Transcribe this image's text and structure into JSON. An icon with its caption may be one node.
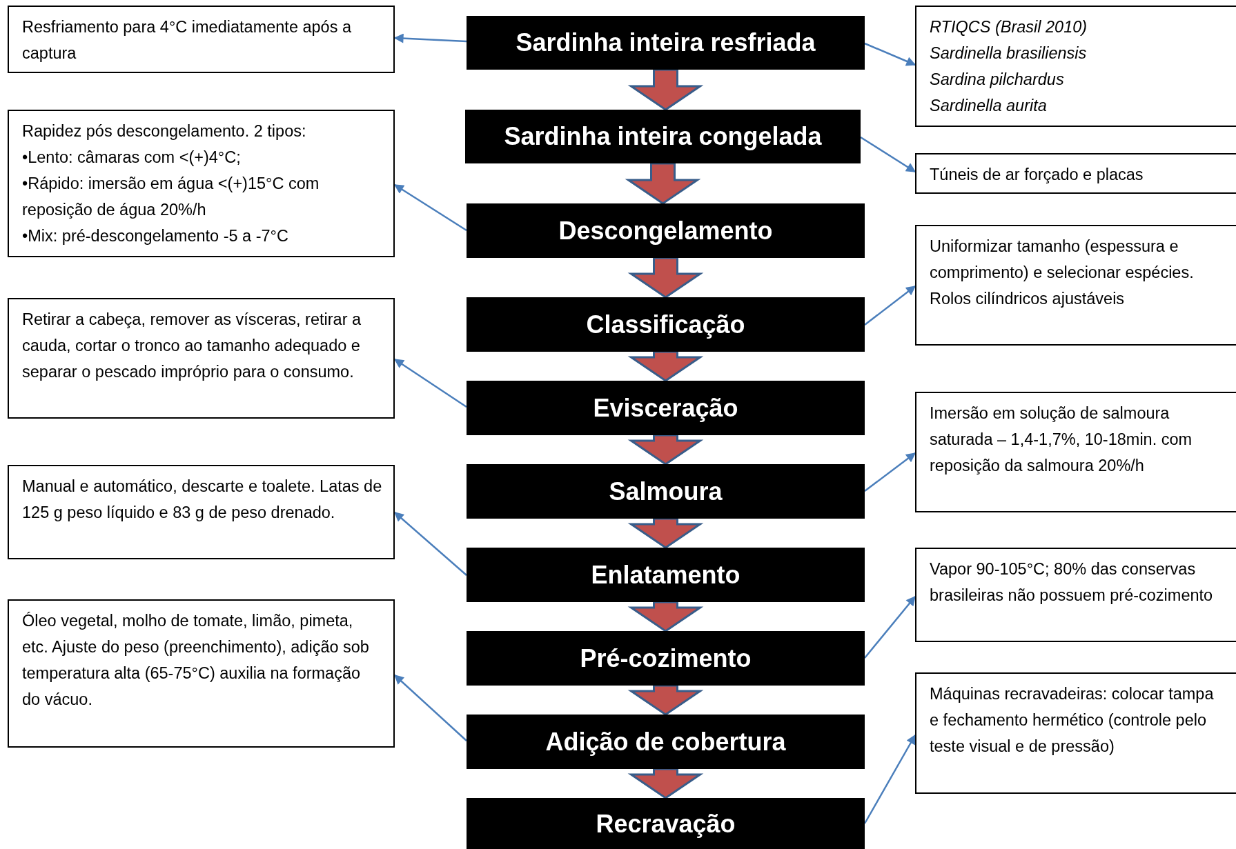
{
  "diagram": {
    "nodes": [
      {
        "text": [
          "Sardinha inteira resfriada"
        ]
      },
      {
        "text": [
          "Sardinha inteira congelada"
        ]
      },
      {
        "text": [
          "Descongelamento"
        ]
      },
      {
        "text": [
          "Classificação"
        ]
      },
      {
        "text": [
          "Evisceração"
        ]
      },
      {
        "text": [
          "Salmoura"
        ]
      },
      {
        "text": [
          "Enlatamento"
        ]
      },
      {
        "text": [
          "Pré-cozimento"
        ]
      },
      {
        "text": [
          "Adição de cobertura"
        ]
      },
      {
        "text": [
          "Recravação"
        ]
      },
      {
        "text": [
          "Resfriamento para 4°C imediatamente após a captura"
        ]
      },
      {
        "text": [
          "Rapidez pós descongelamento. 2 tipos:",
          "•Lento: câmaras com <(+)4°C;",
          "•Rápido: imersão em água <(+)15°C com reposição de água 20%/h",
          "•Mix: pré-descongelamento -5 a -7°C"
        ]
      },
      {
        "text": [
          "Retirar a cabeça, remover as vísceras, retirar a cauda, cortar o tronco ao tamanho adequado e separar o pescado impróprio para o consumo."
        ]
      },
      {
        "text": [
          "Manual e automático, descarte e toalete. Latas de 125 g peso líquido e 83 g de peso drenado."
        ]
      },
      {
        "text": [
          "Óleo vegetal,  molho de tomate, limão, pimeta, etc. Ajuste do peso (preenchimento), adição sob temperatura alta (65-75°C) auxilia na formação do vácuo."
        ]
      },
      {
        "text": [
          "RTIQCS (Brasil 2010)",
          "Sardinella brasiliensis",
          "Sardina pilchardus",
          "Sardinella aurita"
        ]
      },
      {
        "text": [
          "Túneis de ar forçado e placas"
        ]
      },
      {
        "text": [
          "Uniformizar tamanho (espessura e comprimento) e selecionar espécies. Rolos cilíndricos ajustáveis"
        ]
      },
      {
        "text": [
          "Imersão em solução de salmoura saturada – 1,4-1,7%, 10-18min. com reposição da salmoura 20%/h"
        ]
      },
      {
        "text": [
          "Vapor 90-105°C; 80% das conservas brasileiras não possuem pré-cozimento"
        ]
      },
      {
        "text": [
          "Máquinas recravadeiras: colocar tampa e fechamento hermético (controle pelo teste visual e de pressão)"
        ]
      }
    ],
    "edges": [
      {
        "from": 0,
        "to": 1,
        "arrow": "to",
        "style": "thick",
        "color": "#c0504d"
      },
      {
        "from": 1,
        "to": 2,
        "arrow": "to",
        "style": "thick",
        "color": "#c0504d"
      },
      {
        "from": 2,
        "to": 3,
        "arrow": "to",
        "style": "thick",
        "color": "#c0504d"
      },
      {
        "from": 3,
        "to": 4,
        "arrow": "to",
        "style": "thick",
        "color": "#c0504d"
      },
      {
        "from": 4,
        "to": 5,
        "arrow": "to",
        "style": "thick",
        "color": "#c0504d"
      },
      {
        "from": 5,
        "to": 6,
        "arrow": "to",
        "style": "thick",
        "color": "#c0504d"
      },
      {
        "from": 6,
        "to": 7,
        "arrow": "to",
        "style": "thick",
        "color": "#c0504d"
      },
      {
        "from": 7,
        "to": 8,
        "arrow": "to",
        "style": "thick",
        "color": "#c0504d"
      },
      {
        "from": 8,
        "to": 9,
        "arrow": "to",
        "style": "thick",
        "color": "#c0504d"
      },
      {
        "from": 0,
        "to": 10,
        "arrow": "to"
      },
      {
        "from": 0,
        "to": 15,
        "arrow": "to"
      },
      {
        "from": 1,
        "to": 16,
        "arrow": "to"
      },
      {
        "from": 2,
        "to": 11,
        "arrow": "to"
      },
      {
        "from": 3,
        "to": 17,
        "arrow": "to"
      },
      {
        "from": 4,
        "to": 12,
        "arrow": "to"
      },
      {
        "from": 5,
        "to": 18,
        "arrow": "to"
      },
      {
        "from": 6,
        "to": 13,
        "arrow": "to"
      },
      {
        "from": 7,
        "to": 19,
        "arrow": "to"
      },
      {
        "from": 8,
        "to": 14,
        "arrow": "to"
      },
      {
        "from": 9,
        "to": 20,
        "arrow": "to"
      }
    ]
  }
}
